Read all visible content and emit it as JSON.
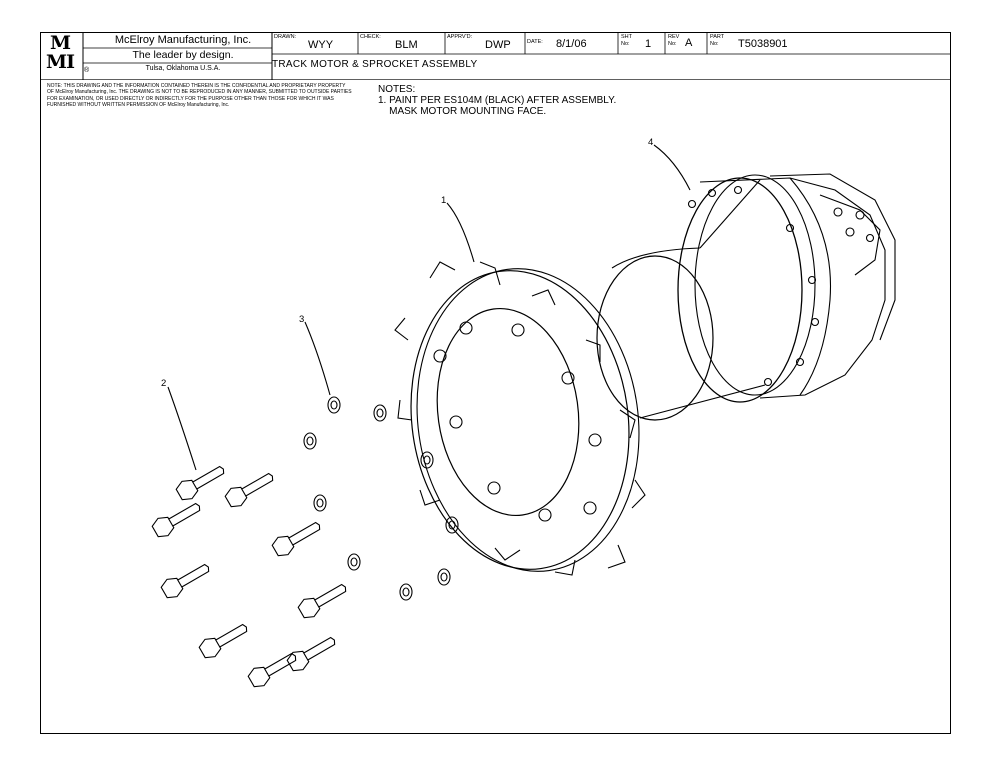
{
  "company": {
    "logo_line1": "M",
    "logo_line2": "MI",
    "name": "McElroy Manufacturing, Inc.",
    "tagline": "The leader by design.",
    "location": "Tulsa, Oklahoma U.S.A.",
    "reg_mark": "®"
  },
  "title_block": {
    "drawn_label": "DRAWN:",
    "drawn_value": "WYY",
    "check_label": "CHECK:",
    "check_value": "BLM",
    "apprvd_label": "APPRV'D:",
    "apprvd_value": "DWP",
    "date_label": "DATE:",
    "date_value": "8/1/06",
    "sht_label_1": "SHT",
    "sht_label_2": "No:",
    "sht_value": "1",
    "rev_label_1": "REV",
    "rev_label_2": "No:",
    "rev_value": "A",
    "part_label_1": "PART",
    "part_label_2": "No:",
    "part_value": "T5038901",
    "drawing_title": "TRACK MOTOR & SPROCKET ASSEMBLY"
  },
  "proprietary_note": "NOTE: THIS DRAWING AND THE INFORMATION CONTAINED THEREIN IS THE CONFIDENTIAL AND PROPRIETARY PROPERTY OF McElroy Manufacturing, Inc. THE DRAWING IS NOT TO BE REPRODUCED IN ANY MANNER, SUBMITTED TO OUTSIDE PARTIES FOR EXAMINATION, OR USED DIRECTLY OR INDIRECTLY FOR THE PURPOSE OTHER THAN THOSE FOR WHICH IT WAS FURNISHED WITHOUT WRITTEN PERMISSION OF McElroy Manufacturing, Inc.",
  "notes": {
    "heading": "NOTES:",
    "line1": "1. PAINT PER ES104M (BLACK) AFTER ASSEMBLY.",
    "line2": "    MASK MOTOR MOUNTING FACE."
  },
  "callouts": {
    "c1": "1",
    "c2": "2",
    "c3": "3",
    "c4": "4"
  }
}
